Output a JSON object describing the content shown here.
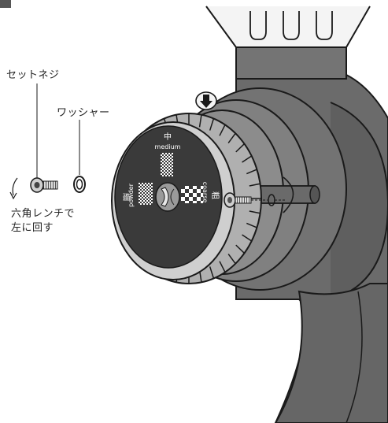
{
  "labels": {
    "set_screw": "セットネジ",
    "washer": "ワッシャー",
    "instruction_line1": "六角レンチで",
    "instruction_line2": "左に回す"
  },
  "dial": {
    "top_kanji": "中",
    "top_word": "medium",
    "left_kanji": "細",
    "left_word": "powder",
    "right_kanji": "粗",
    "right_word": "coarse"
  },
  "colors": {
    "body": "#6b6b6b",
    "body_dark": "#4a4a4a",
    "dial_face": "#3a3a3a",
    "ring": "#8a8a8a",
    "ring_light": "#b8b8b8",
    "outline": "#1a1a1a"
  }
}
